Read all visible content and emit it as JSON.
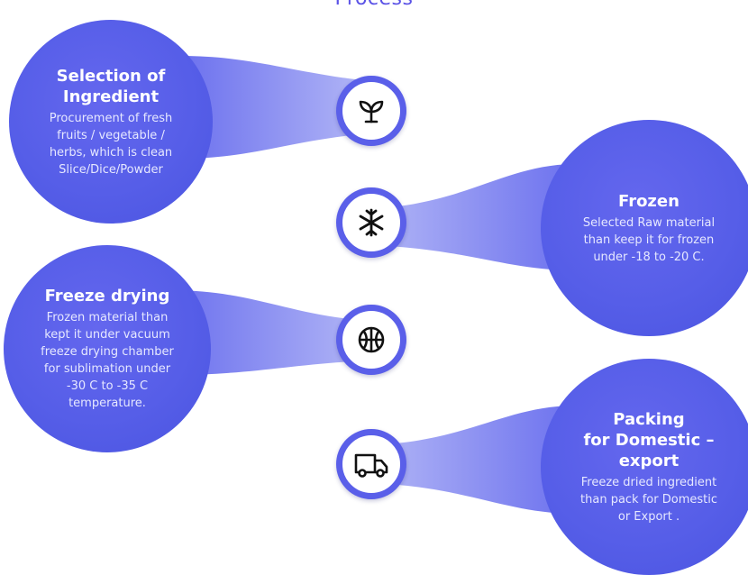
{
  "page": {
    "title": "Process"
  },
  "colors": {
    "accent": "#5a52e6",
    "circle_fill": "#565ee8",
    "connector": "#9aa0f0",
    "icon_ring": "#5a5fe9",
    "text_on_circle": "#ffffff"
  },
  "steps": [
    {
      "title": "Selection of\nIngredient",
      "description": "Procurement of fresh\nfruits / vegetable /\nherbs, which is clean\nSlice/Dice/Powder",
      "icon": "sprout-icon",
      "side": "left"
    },
    {
      "title": "Frozen",
      "description": "Selected Raw material\nthan keep it for frozen\nunder -18 to -20 C.",
      "icon": "snowflake-icon",
      "side": "right"
    },
    {
      "title": "Freeze drying",
      "description": "Frozen material than\nkept it under vacuum\nfreeze drying chamber\nfor sublimation under\n-30 C to -35 C\ntemperature.",
      "icon": "basketball-icon",
      "side": "left"
    },
    {
      "title": "Packing\nfor Domestic –\nexport",
      "description": "Freeze dried ingredient\nthan pack for Domestic\nor Export .",
      "icon": "truck-icon",
      "side": "right"
    }
  ]
}
